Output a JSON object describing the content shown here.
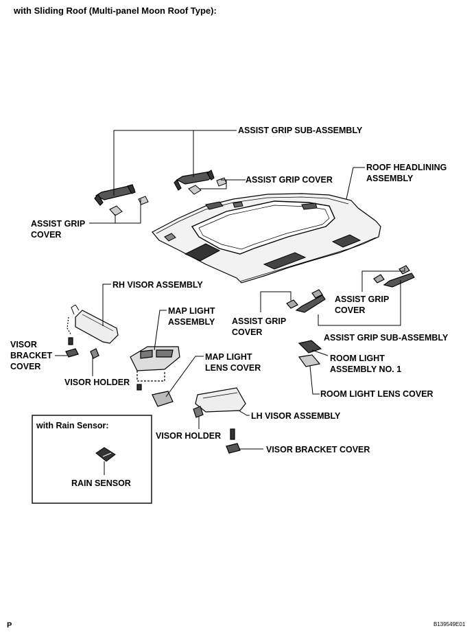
{
  "header": {
    "title": "with Sliding Roof (Multi-panel Moon Roof Type):"
  },
  "labels": {
    "assist_grip_sub_assembly_top": "ASSIST GRIP SUB-ASSEMBLY",
    "assist_grip_cover_top": "ASSIST GRIP COVER",
    "roof_headlining_1": "ROOF HEADLINING",
    "roof_headlining_2": "ASSEMBLY",
    "assist_grip_cover_left_1": "ASSIST GRIP",
    "assist_grip_cover_left_2": "COVER",
    "rh_visor_assembly": "RH VISOR ASSEMBLY",
    "map_light_assembly_1": "MAP LIGHT",
    "map_light_assembly_2": "ASSEMBLY",
    "visor_bracket_cover_left_1": "VISOR",
    "visor_bracket_cover_left_2": "BRACKET",
    "visor_bracket_cover_left_3": "COVER",
    "visor_holder_left": "VISOR HOLDER",
    "map_light_lens_cover_1": "MAP LIGHT",
    "map_light_lens_cover_2": "LENS COVER",
    "assist_grip_cover_right_a_1": "ASSIST GRIP",
    "assist_grip_cover_right_a_2": "COVER",
    "assist_grip_cover_right_b_1": "ASSIST GRIP",
    "assist_grip_cover_right_b_2": "COVER",
    "assist_grip_sub_assembly_right": "ASSIST GRIP SUB-ASSEMBLY",
    "room_light_assembly_1": "ROOM LIGHT",
    "room_light_assembly_2": "ASSEMBLY NO. 1",
    "room_light_lens_cover": "ROOM LIGHT LENS COVER",
    "lh_visor_assembly": "LH VISOR ASSEMBLY",
    "visor_holder_right": "VISOR HOLDER",
    "visor_bracket_cover_right": "VISOR BRACKET COVER"
  },
  "inset": {
    "title": "with Rain Sensor:",
    "rain_sensor": "RAIN SENSOR"
  },
  "footer": {
    "page_letter": "P",
    "figure_code": "B139549E01"
  }
}
